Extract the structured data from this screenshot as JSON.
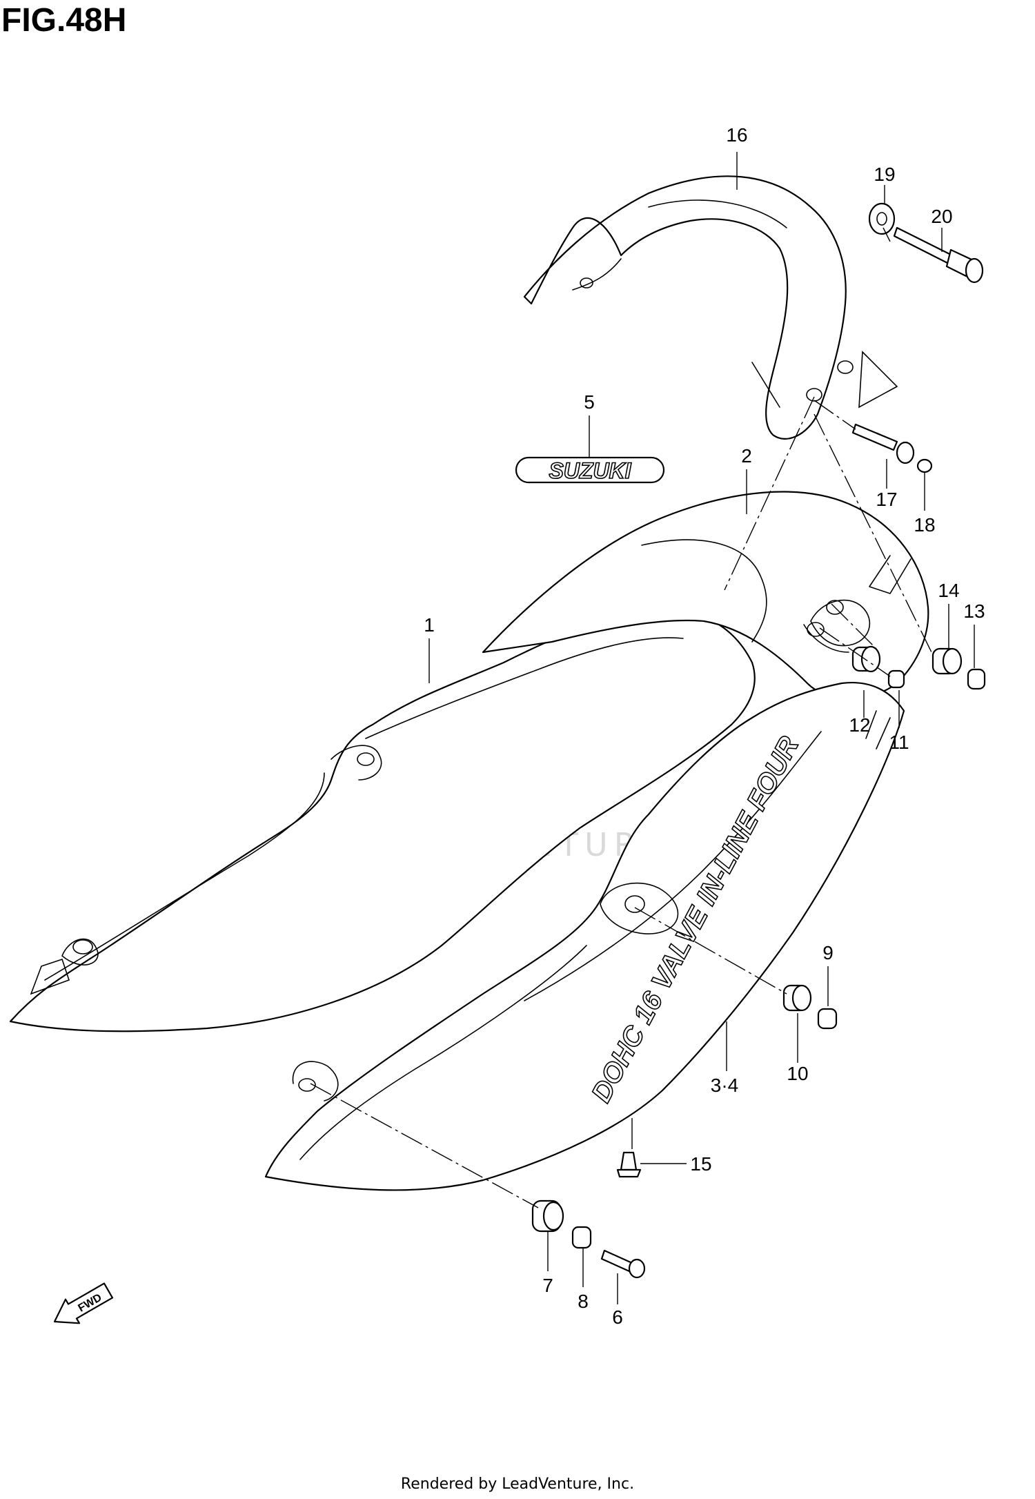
{
  "figure": {
    "title": "FIG.48H"
  },
  "footer": {
    "text": "Rendered by LeadVenture, Inc."
  },
  "watermark": {
    "text": "LEADVENTURE"
  },
  "decals": {
    "emblem": "SUZUKI",
    "side_text_a": "DOHC 16 VALVE IN-LINE FOUR",
    "arrow": "FWD"
  },
  "callouts": {
    "p1": "1",
    "p2": "2",
    "p3_4": "3·4",
    "p5": "5",
    "p6": "6",
    "p7": "7",
    "p8": "8",
    "p9": "9",
    "p10": "10",
    "p11": "11",
    "p12": "12",
    "p13": "13",
    "p14": "14",
    "p15": "15",
    "p16": "16",
    "p17": "17",
    "p18": "18",
    "p19": "19",
    "p20": "20"
  },
  "icons": [
    "fwd-arrow-icon",
    "leadventure-watermark-icon"
  ]
}
